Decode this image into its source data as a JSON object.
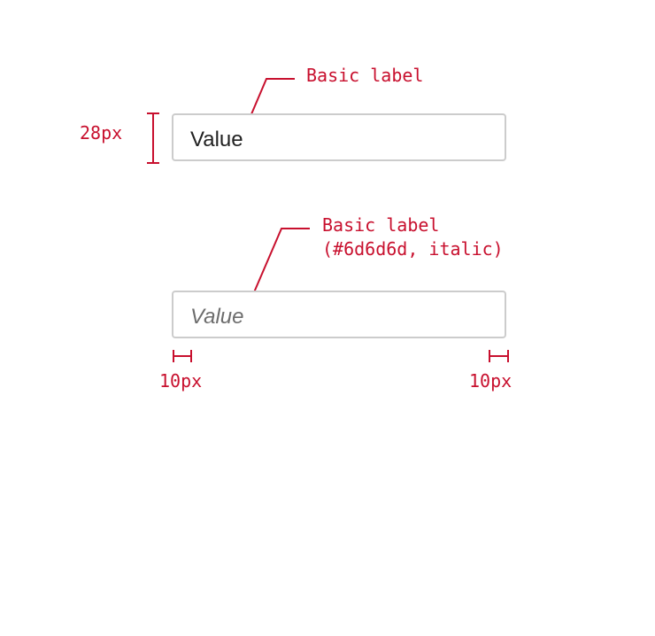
{
  "colors": {
    "annotation": "#c8102e",
    "field_border": "#cccccc",
    "value_text": "#222222",
    "placeholder_text": "#6d6d6d"
  },
  "field_basic": {
    "value": "Value",
    "annotation": "Basic label",
    "height_annotation": "28px"
  },
  "field_placeholder": {
    "value": "Value",
    "annotation_line1": "Basic label",
    "annotation_line2": "(#6d6d6d, italic)",
    "padding_left_annotation": "10px",
    "padding_right_annotation": "10px"
  }
}
